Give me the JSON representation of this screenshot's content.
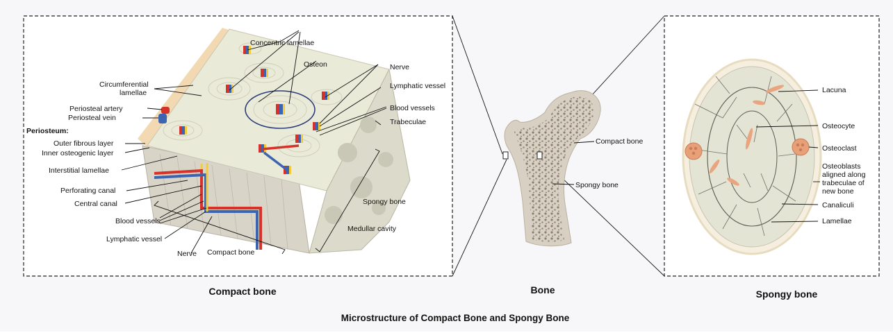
{
  "title": "Microstructure of Compact Bone and Spongy Bone",
  "captions": {
    "compact": "Compact bone",
    "bone": "Bone",
    "spongy": "Spongy bone"
  },
  "compact_labels": {
    "concentric_lamellae": "Concentric lamellae",
    "circumferential_lamellae_1": "Circumferential",
    "circumferential_lamellae_2": "lamellae",
    "osteon": "Osteon",
    "nerve_top": "Nerve",
    "lymphatic_vessel_top": "Lymphatic vessel",
    "blood_vessels_top": "Blood vessels",
    "trabeculae": "Trabeculae",
    "periosteal_artery": "Periosteal artery",
    "periosteal_vein": "Periosteal vein",
    "periosteum": "Periosteum:",
    "outer_fibrous_layer": "Outer fibrous layer",
    "inner_osteogenic_layer": "Inner osteogenic layer",
    "interstitial_lamellae": "Interstitial lamellae",
    "perforating_canal": "Perforating canal",
    "central_canal": "Central canal",
    "blood_vessels_bottom": "Blood vessels",
    "lymphatic_vessel_bottom": "Lymphatic vessel",
    "nerve_bottom": "Nerve",
    "compact_bone": "Compact bone",
    "spongy_bone": "Spongy bone",
    "medullar_cavity": "Medullar cavity"
  },
  "bone_labels": {
    "compact_bone": "Compact bone",
    "spongy_bone": "Spongy bone"
  },
  "spongy_labels": {
    "lacuna": "Lacuna",
    "osteocyte": "Osteocyte",
    "osteoclast": "Osteoclast",
    "osteoblasts_1": "Osteoblasts",
    "osteoblasts_2": "aligned along",
    "osteoblasts_3": "trabeculae of",
    "osteoblasts_4": "new bone",
    "canaliculi": "Canaliculi",
    "lamellae": "Lamellae"
  },
  "colors": {
    "bone_matrix": "#e9ead8",
    "bone_shaft": "#d8d1c3",
    "spongy_dots": "#8c7e6e",
    "artery": "#d7322a",
    "vein": "#3d64b0",
    "nerve": "#f2cc3b",
    "cell": "#e9a580",
    "osteon_ring": "#2b3a78"
  }
}
